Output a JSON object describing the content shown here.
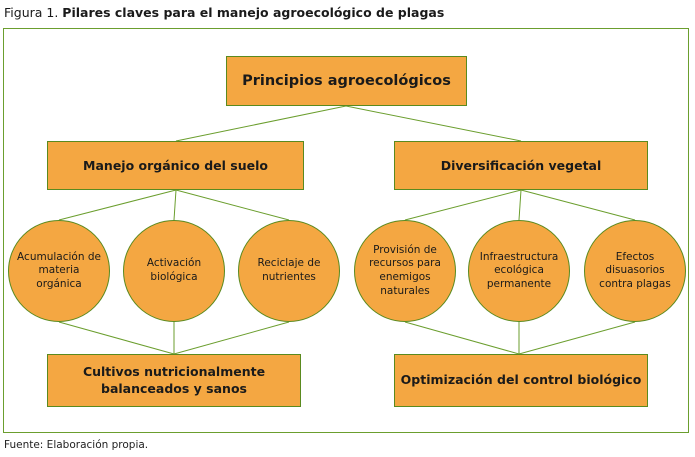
{
  "caption": {
    "prefix": "Figura 1. ",
    "title": "Pilares claves para el manejo agroecológico de plagas"
  },
  "diagram": {
    "root": "Principios agroecológicos",
    "left": {
      "title": "Manejo orgánico del suelo",
      "circles": [
        "Acumulación de materia orgánica",
        "Activación biológica",
        "Reciclaje de nutrientes"
      ],
      "result": "Cultivos nutricionalmente balanceados y sanos"
    },
    "right": {
      "title": "Diversificación vegetal",
      "circles": [
        "Provisión de recursos para enemigos naturales",
        "Infraestructura ecológica permanente",
        "Efectos disuasorios contra plagas"
      ],
      "result": "Optimización del control biológico"
    }
  },
  "source": "Fuente: Elaboración propia.",
  "colors": {
    "box_fill": "#f4a742",
    "border": "#5a8a1f",
    "line": "#6b9e2e"
  }
}
